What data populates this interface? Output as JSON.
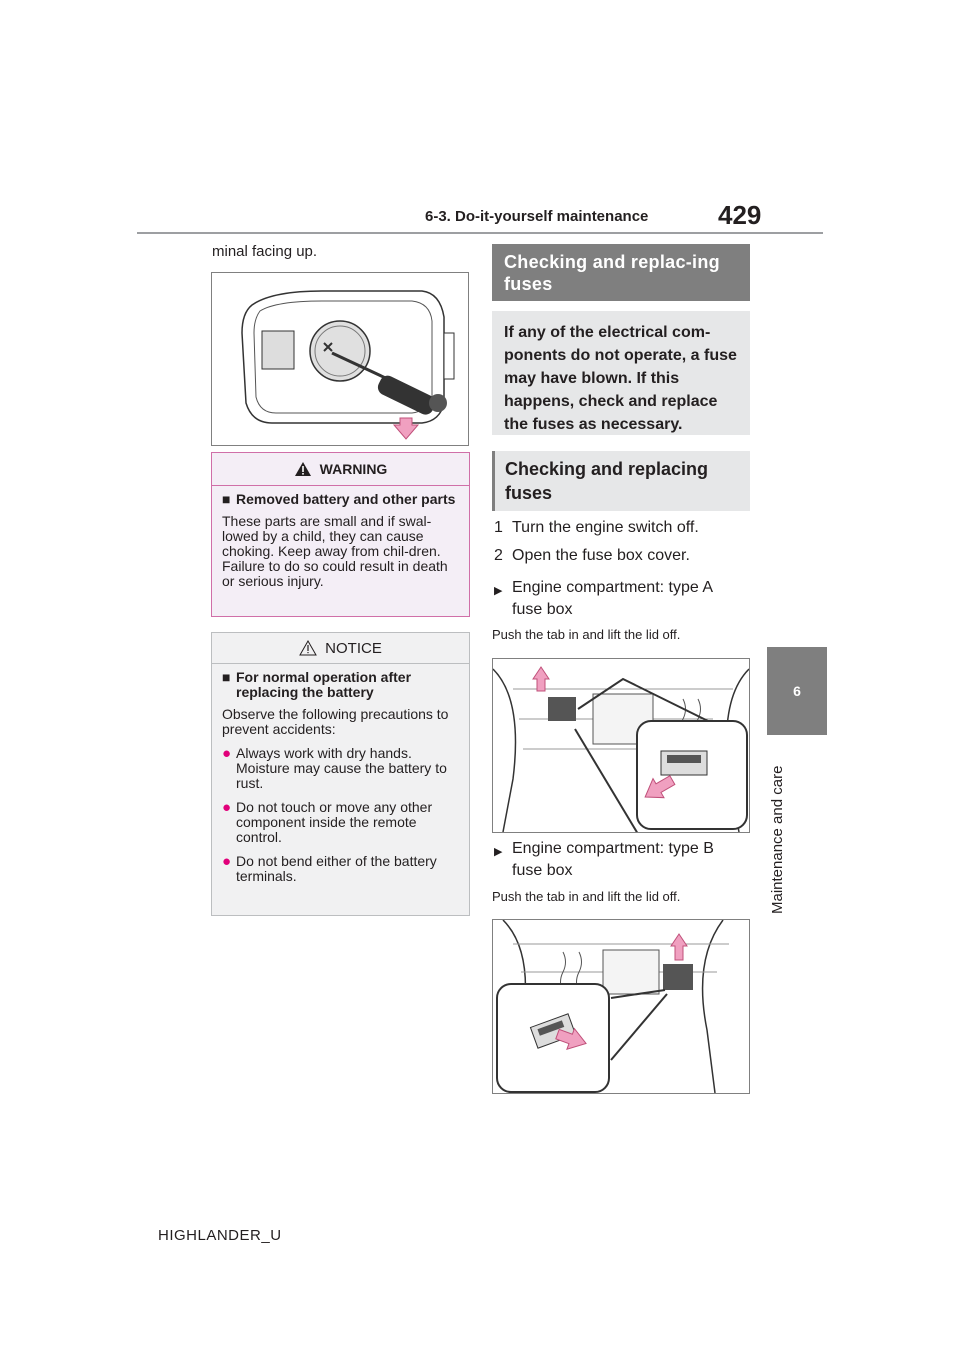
{
  "header": {
    "section": "6-3. Do-it-yourself maintenance",
    "page_number": "429"
  },
  "side_tab": {
    "number": "6",
    "label": "Maintenance and care"
  },
  "footer": {
    "model": "HIGHLANDER_U"
  },
  "left": {
    "intro_text": "minal facing up.",
    "warning": {
      "title": "WARNING",
      "subhead": "Removed battery and other parts",
      "body": "These parts are small and if swal-lowed by a child, they can cause choking. Keep away from chil-dren. Failure to do so could result in death or serious injury."
    },
    "notice": {
      "title": "NOTICE",
      "subhead": "For normal operation after replacing the battery",
      "body": "Observe the following precautions to prevent accidents:",
      "bullets": [
        "Always work with dry hands. Moisture may cause the battery to rust.",
        "Do not touch or move any other component inside the remote control.",
        "Do not bend either of the battery terminals."
      ]
    }
  },
  "right": {
    "section_title": "Checking and replac-ing fuses",
    "summary": "If any of the electrical com-ponents do not operate, a fuse may have blown. If this happens, check and replace the fuses as necessary.",
    "subsection_title": "Checking and replacing fuses",
    "steps": [
      {
        "num": "1",
        "text": "Turn the engine switch off."
      },
      {
        "num": "2",
        "text": "Open the fuse box cover."
      }
    ],
    "type_a": {
      "label": "Engine compartment: type A fuse box",
      "caption": "Push the tab in and lift the lid off."
    },
    "type_b": {
      "label": "Engine compartment: type B fuse box",
      "caption": "Push the tab in and lift the lid off."
    }
  },
  "colors": {
    "warning_border": "#d06fa8",
    "warning_bg": "#f4eef6",
    "accent_arrow": "#f0a0c0",
    "section_gray": "#7f7f7f",
    "light_gray": "#e6e7e8"
  }
}
